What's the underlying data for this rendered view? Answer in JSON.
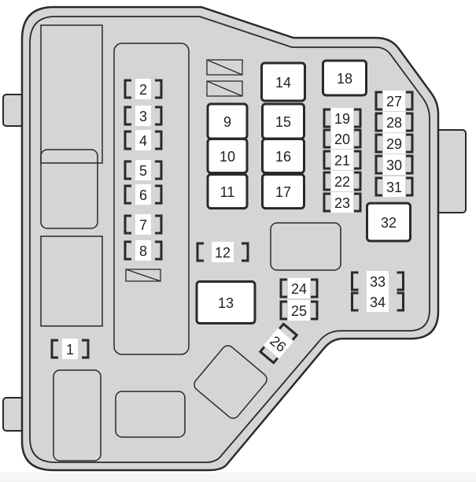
{
  "diagram": {
    "type": "fuse-box-layout",
    "colors": {
      "housing": "#d4d5d7",
      "outline": "#2a2a2a",
      "fuse_face": "#ffffff",
      "background": "#ffffff"
    },
    "small_fuses": [
      "1",
      "2",
      "3",
      "4",
      "5",
      "6",
      "7",
      "8",
      "12",
      "19",
      "20",
      "21",
      "22",
      "23",
      "24",
      "25",
      "26",
      "27",
      "28",
      "29",
      "30",
      "31",
      "33",
      "34"
    ],
    "large_fuses": [
      "9",
      "10",
      "11",
      "13",
      "14",
      "15",
      "16",
      "17",
      "18",
      "32"
    ]
  }
}
